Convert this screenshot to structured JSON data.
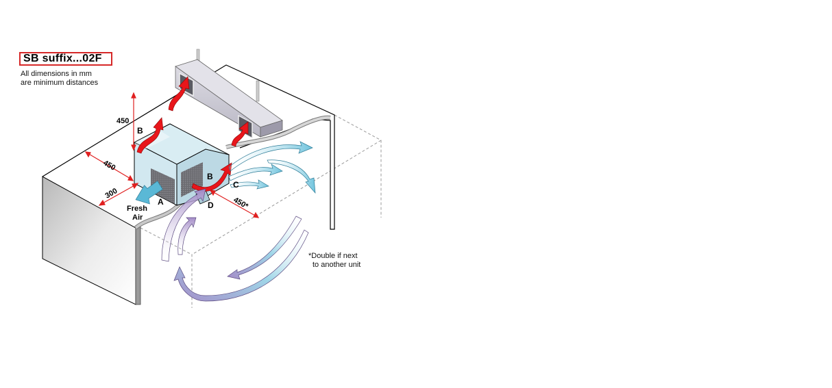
{
  "title": "SB suffix...02F",
  "notes": {
    "top_line1": "All dimensions in mm",
    "top_line2": "are minimum distances",
    "footnote_line1": "*Double if next",
    "footnote_line2": "to another unit"
  },
  "labels": {
    "a": "A",
    "b_top": "B",
    "b_side": "B",
    "c": "C",
    "d": "D",
    "fresh": "Fresh",
    "air": "Air"
  },
  "dimensions": {
    "vertical_clearance": "450",
    "rear_clearance": "450",
    "front_clearance": "300",
    "side_clearance": "450*"
  },
  "colors": {
    "title_border": "#d62828",
    "dimension_line": "#e02020",
    "hot_air": "#e8161b",
    "cool_air": "#5ab8d6",
    "return_air": "#a08bc6",
    "unit_body": "#cfe6ee",
    "duct": "#c9c7d2"
  }
}
